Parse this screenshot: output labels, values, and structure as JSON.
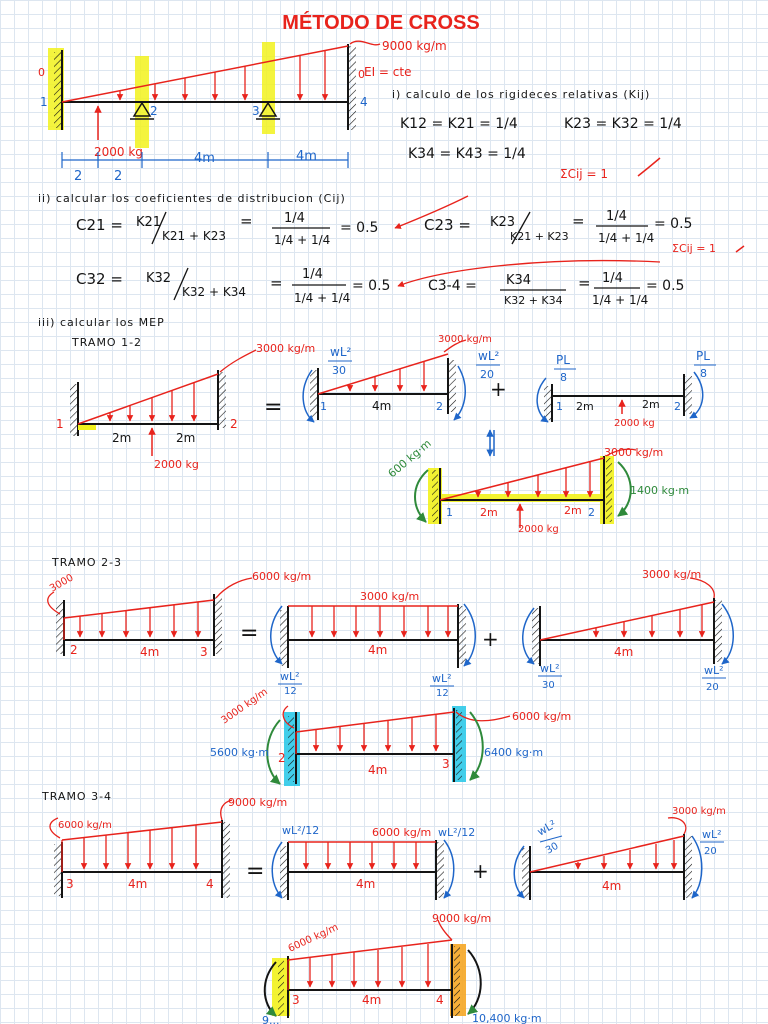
{
  "title": "MÉTODO DE CROSS",
  "colors": {
    "red": "#e8231c",
    "blue": "#1f66c9",
    "green": "#2f8a3b",
    "highlight_yellow": "#f2f21c",
    "highlight_cyan": "#2ec9e8",
    "highlight_orange": "#f5a623"
  },
  "problem": {
    "load_top": "9000 kg/m",
    "ei": "EI = cte",
    "node_labels": [
      "1",
      "2",
      "3",
      "4"
    ],
    "zero_left": "0",
    "zero_right": "0",
    "point_load": "2000 kg",
    "dims": [
      "2",
      "2",
      "4m",
      "4m"
    ]
  },
  "step1": {
    "heading": "i) calculo de los rigideces relativas (Kij)",
    "k12": "K12 = K21 = 1/4",
    "k23": "K23 = K32 = 1/4",
    "k34": "K34 = K43 = 1/4",
    "sum_note": "ΣCij = 1"
  },
  "step2": {
    "heading": "ii) calcular los coeficientes de distribucion (Cij)",
    "c21_lhs": "C21 =",
    "c21_num": "K21",
    "c21_den": "K21 + K23",
    "c21_eq": "=",
    "c21_fnum": "1/4",
    "c21_fden": "1/4 + 1/4",
    "c21_res": "= 0.5",
    "c23_lhs": "C23 =",
    "c23_num": "K23",
    "c23_den": "K21 + K23",
    "c23_fnum": "1/4",
    "c23_fden": "1/4 + 1/4",
    "c23_res": "= 0.5",
    "c32_lhs": "C32 =",
    "c32_num": "K32",
    "c32_den": "K32 + K34",
    "c32_fnum": "1/4",
    "c32_fden": "1/4 + 1/4",
    "c32_res": "= 0.5",
    "c34_lhs": "C3-4 =",
    "c34_num": "K34",
    "c34_den": "K32 + K34",
    "c34_fnum": "1/4",
    "c34_fden": "1/4 + 1/4",
    "c34_res": "= 0.5",
    "sum_note": "ΣCij = 1"
  },
  "step3": {
    "heading": "iii) calcular los MEP",
    "tramo12": {
      "label": "TRAMO 1-2",
      "load": "3000 kg/m",
      "load2": "3000 kg/m",
      "load3": "3000 kg/m",
      "point": "2000 kg",
      "point2": "2000 kg",
      "point3": "2000 kg",
      "span": "4m",
      "half": "2m",
      "wl30_num": "wL²",
      "wl30_den": "30",
      "wl20_num": "wL²",
      "wl20_den": "20",
      "pl8_num": "PL",
      "pl8_den": "8",
      "m_left": "600 kg·m",
      "m_right": "1400 kg·m",
      "n1": "1",
      "n2": "2"
    },
    "tramo23": {
      "label": "TRAMO 2-3",
      "left_load": "3000",
      "right_load": "6000 kg/m",
      "uniform": "3000 kg/m",
      "tri": "3000 kg/m",
      "span": "4m",
      "wl12_num": "wL²",
      "wl12_den": "12",
      "wl30_num": "wL²",
      "wl30_den": "30",
      "wl20_num": "wL²",
      "wl20_den": "20",
      "res_left_load": "3000 kg/m",
      "res_right_load": "6000 kg/m",
      "m_left": "5600 kg·m",
      "m_right": "6400 kg·m",
      "n2": "2",
      "n3": "3"
    },
    "tramo34": {
      "label": "TRAMO 3-4",
      "left_load": "6000 kg/m",
      "right_load": "9000 kg/m",
      "uniform": "6000 kg/m",
      "tri": "3000 kg/m",
      "span": "4m",
      "wl12_left": "wL²/12",
      "wl12_right": "wL²/12",
      "wl30_num": "wL²",
      "wl30_den": "30",
      "wl20_num": "wL²",
      "wl20_den": "20",
      "res_left_load": "6000 kg/m",
      "res_right_load": "9000 kg/m",
      "m_right": "10,400 kg·m",
      "m_left_partial": "9...",
      "n3": "3",
      "n4": "4"
    }
  }
}
